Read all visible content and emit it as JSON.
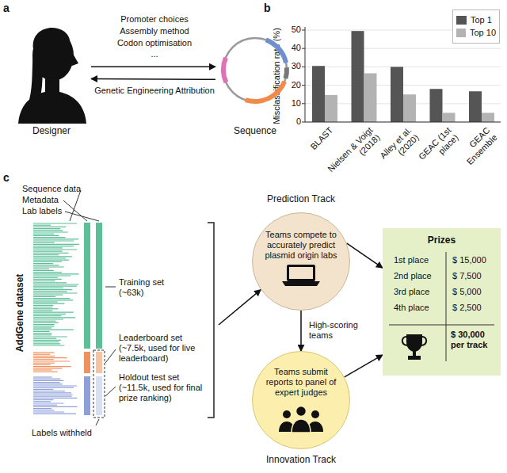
{
  "diagram": {
    "nodes": [
      {
        "text": [
          "Designer"
        ]
      },
      {
        "text": [
          "Sequence"
        ]
      },
      {
        "text": [
          "AddGene dataset"
        ]
      },
      {
        "text": [
          "Prediction Track",
          "Teams compete to accurately predict plasmid origin labs"
        ]
      },
      {
        "text": [
          "Teams submit reports to panel of expert judges",
          "Innovation Track"
        ]
      },
      {
        "text": [
          "Prizes",
          "1st place",
          "$ 15,000",
          "2nd place",
          "$ 7,500",
          "3rd place",
          "$ 5,000",
          "4th place",
          "$ 2,500",
          "$ 30,000 per track"
        ]
      }
    ],
    "edges": [
      {
        "from": 0,
        "to": 1,
        "arrow": "to"
      },
      {
        "from": 1,
        "to": 0,
        "arrow": "to",
        "label": "Genetic Engineering Attribution"
      },
      {
        "from": 2,
        "to": 3,
        "arrow": "to"
      },
      {
        "from": 3,
        "to": 4,
        "arrow": "to",
        "label": "High-scoring teams"
      },
      {
        "from": 3,
        "to": 5,
        "arrow": "to"
      },
      {
        "from": 4,
        "to": 5,
        "arrow": "to"
      }
    ],
    "labels": [
      "a",
      "Promoter choices",
      "Assembly method",
      "Codon optimisation",
      "...",
      "b",
      "Misclassification rate (%)",
      "0",
      "10",
      "20",
      "30",
      "40",
      "50",
      "BLAST",
      "Nielsen & Voigt (2018)",
      "Alley et al. (2020)",
      "GEAC (1st place)",
      "GEAC Ensemble",
      "c",
      "Sequence data",
      "Metadata",
      "Lab labels",
      "Training set (~63k)",
      "Leaderboard set (~7.5k, used for live leaderboard)",
      "Holdout test set (~11.5k, used for final prize ranking)",
      "Labels withheld"
    ],
    "legend": [
      {
        "text": "Top 1",
        "color": "#555555"
      },
      {
        "text": "Top 10",
        "color": "#b3b3b3"
      }
    ]
  }
}
